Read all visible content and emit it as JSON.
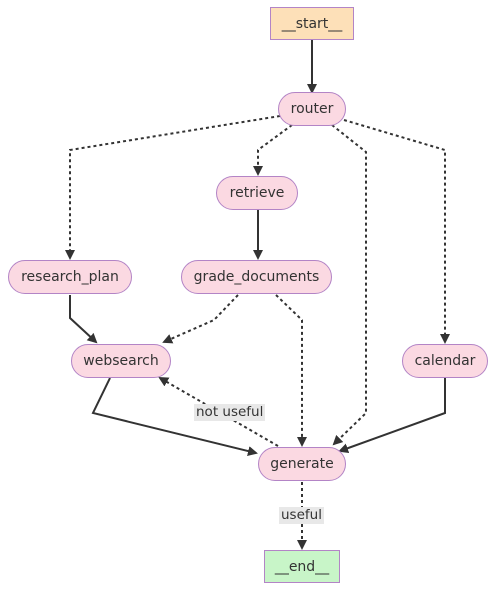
{
  "nodes": {
    "start": "__start__",
    "router": "router",
    "retrieve": "retrieve",
    "research_plan": "research_plan",
    "grade_documents": "grade_documents",
    "websearch": "websearch",
    "calendar": "calendar",
    "generate": "generate",
    "end": "__end__"
  },
  "edge_labels": {
    "not_useful": "not useful",
    "useful": "useful"
  },
  "colors": {
    "node_fill": "#fbd9e2",
    "node_border": "#b384c6",
    "start_fill": "#fde0b8",
    "end_fill": "#c8f5c8",
    "edge": "#333333"
  }
}
